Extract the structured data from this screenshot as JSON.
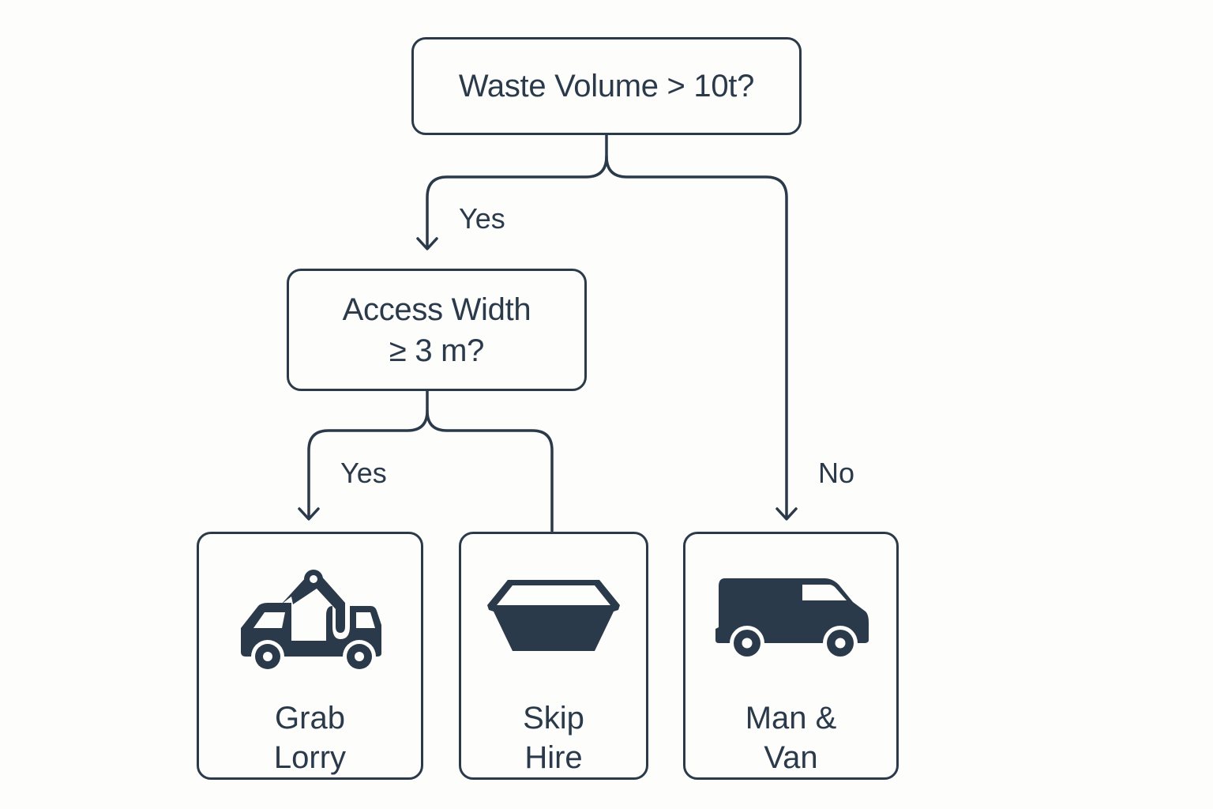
{
  "diagram": {
    "type": "decision-tree",
    "colors": {
      "ink": "#2b3a4a",
      "background": "#fdfdfc"
    },
    "decisions": [
      {
        "id": "waste-volume",
        "text": "Waste Volume > 10t?"
      },
      {
        "id": "access-width",
        "line1": "Access Width",
        "line2": "≥ 3 m?"
      }
    ],
    "edges": [
      {
        "from": "waste-volume",
        "to": "access-width",
        "label": "Yes"
      },
      {
        "from": "waste-volume",
        "to": "man-and-van",
        "label": "No"
      },
      {
        "from": "access-width",
        "to": "grab-lorry",
        "label": "Yes"
      },
      {
        "from": "access-width",
        "to": "skip-hire",
        "label": ""
      }
    ],
    "outcomes": [
      {
        "id": "grab-lorry",
        "line1": "Grab",
        "line2": "Lorry",
        "icon": "grab-lorry-icon"
      },
      {
        "id": "skip-hire",
        "line1": "Skip",
        "line2": "Hire",
        "icon": "skip-icon"
      },
      {
        "id": "man-and-van",
        "line1": "Man &",
        "line2": "Van",
        "icon": "van-icon"
      }
    ]
  }
}
